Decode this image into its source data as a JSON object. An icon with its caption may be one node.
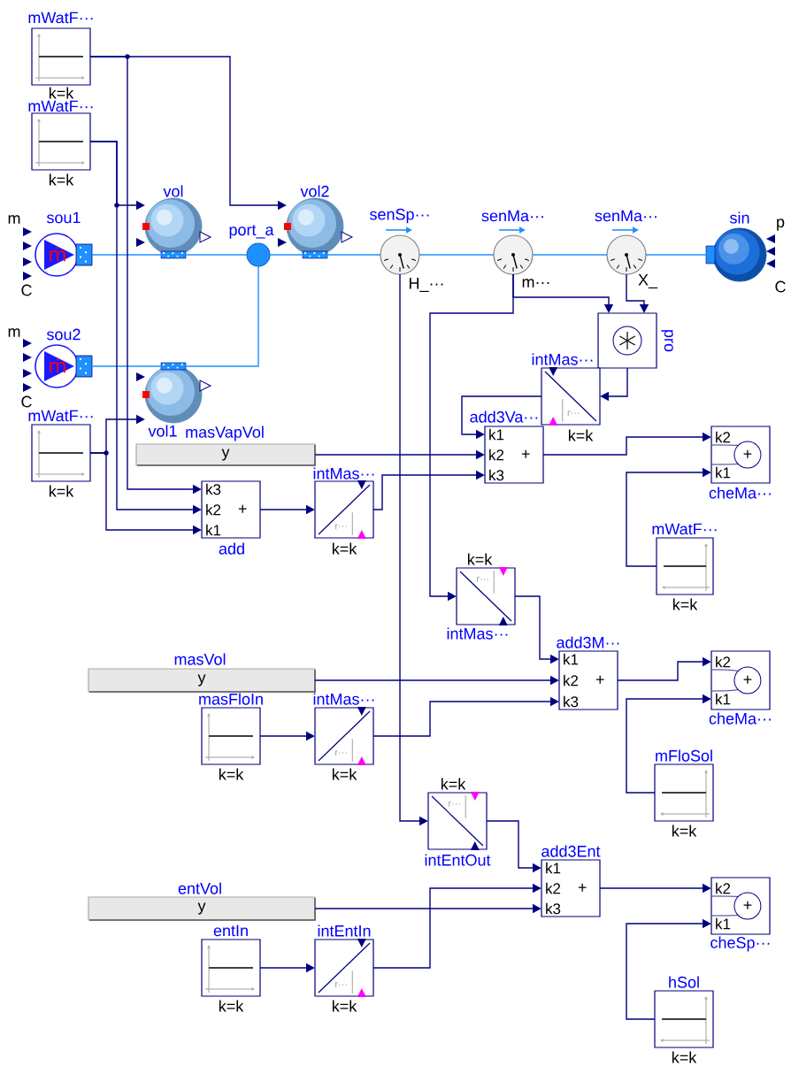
{
  "diagram": {
    "nodes": [
      {
        "text": [
          "mWatF···",
          "k=k"
        ]
      },
      {
        "text": [
          "mWatF···",
          "k=k"
        ]
      },
      {
        "text": [
          "sou1",
          "ṁ"
        ],
        "beside": [
          "m",
          "C"
        ]
      },
      {
        "text": [
          "vol"
        ]
      },
      {
        "text": [
          "port_a"
        ]
      },
      {
        "text": [
          "vol2"
        ]
      },
      {
        "text": [
          "senSp···"
        ],
        "beside": [
          "H_···"
        ]
      },
      {
        "text": [
          "senMa···"
        ],
        "beside": [
          "m···"
        ]
      },
      {
        "text": [
          "senMa···"
        ],
        "beside": [
          "X_"
        ]
      },
      {
        "text": [
          "sin"
        ],
        "beside": [
          "p",
          "C"
        ]
      },
      {
        "text": [
          "pro"
        ]
      },
      {
        "text": [
          "sou2",
          "ṁ"
        ],
        "beside": [
          "m",
          "C"
        ]
      },
      {
        "text": [
          "vol1"
        ]
      },
      {
        "text": [
          "intMas···",
          "r···",
          "k=k"
        ]
      },
      {
        "text": [
          "mWatF···",
          "k=k"
        ]
      },
      {
        "text": [
          "add3Va···",
          "k1",
          "k2",
          "+",
          "k3"
        ]
      },
      {
        "text": [
          "k2",
          "+",
          "k1",
          "cheMa···"
        ]
      },
      {
        "text": [
          "masVapVol",
          "y"
        ]
      },
      {
        "text": [
          "k3",
          "k2",
          "+",
          "k1",
          "add"
        ]
      },
      {
        "text": [
          "intMas···",
          "r···",
          "k=k"
        ]
      },
      {
        "text": [
          "mWatF···",
          "k=k"
        ]
      },
      {
        "text": [
          "k=k",
          "r···",
          "intMas···"
        ]
      },
      {
        "text": [
          "add3M···",
          "k1",
          "k2",
          "+",
          "k3"
        ]
      },
      {
        "text": [
          "k2",
          "+",
          "k1",
          "cheMa···"
        ]
      },
      {
        "text": [
          "masVol",
          "y"
        ]
      },
      {
        "text": [
          "masFloIn",
          "k=k"
        ]
      },
      {
        "text": [
          "intMas···",
          "r···",
          "k=k"
        ]
      },
      {
        "text": [
          "mFloSol",
          "k=k"
        ]
      },
      {
        "text": [
          "k=k",
          "r···",
          "intEntOut"
        ]
      },
      {
        "text": [
          "add3Ent",
          "k1",
          "k2",
          "+",
          "k3"
        ]
      },
      {
        "text": [
          "k2",
          "+",
          "k1",
          "cheSp···"
        ]
      },
      {
        "text": [
          "entVol",
          "y"
        ]
      },
      {
        "text": [
          "entIn",
          "k=k"
        ]
      },
      {
        "text": [
          "intEntIn",
          "r···",
          "k=k"
        ]
      },
      {
        "text": [
          "hSol",
          "k=k"
        ]
      }
    ],
    "edges": [
      {
        "from": 2,
        "to": 3,
        "arrow": "none",
        "color": "#1e90ff"
      },
      {
        "from": 3,
        "to": 4,
        "arrow": "none",
        "color": "#1e90ff"
      },
      {
        "from": 4,
        "to": 5,
        "arrow": "none",
        "color": "#1e90ff"
      },
      {
        "from": 5,
        "to": 6,
        "arrow": "none",
        "color": "#1e90ff"
      },
      {
        "from": 6,
        "to": 7,
        "arrow": "none",
        "color": "#1e90ff"
      },
      {
        "from": 7,
        "to": 8,
        "arrow": "none",
        "color": "#1e90ff"
      },
      {
        "from": 8,
        "to": 9,
        "arrow": "none",
        "color": "#1e90ff"
      },
      {
        "from": 11,
        "to": 12,
        "arrow": "none",
        "color": "#1e90ff"
      },
      {
        "from": 12,
        "to": 4,
        "arrow": "none",
        "color": "#1e90ff"
      },
      {
        "from": 0,
        "to": 5,
        "arrow": "to"
      },
      {
        "from": 0,
        "to": 18,
        "arrow": "to"
      },
      {
        "from": 1,
        "to": 3,
        "arrow": "to"
      },
      {
        "from": 1,
        "to": 18,
        "arrow": "to"
      },
      {
        "from": 14,
        "to": 12,
        "arrow": "to"
      },
      {
        "from": 14,
        "to": 18,
        "arrow": "to"
      },
      {
        "from": 18,
        "to": 19,
        "arrow": "to"
      },
      {
        "from": 7,
        "to": 10,
        "arrow": "to"
      },
      {
        "from": 8,
        "to": 10,
        "arrow": "to"
      },
      {
        "from": 10,
        "to": 13,
        "arrow": "to"
      },
      {
        "from": 13,
        "to": 15,
        "arrow": "to"
      },
      {
        "from": 17,
        "to": 15,
        "arrow": "to"
      },
      {
        "from": 19,
        "to": 15,
        "arrow": "to"
      },
      {
        "from": 15,
        "to": 16,
        "arrow": "to"
      },
      {
        "from": 20,
        "to": 16,
        "arrow": "to"
      },
      {
        "from": 7,
        "to": 21,
        "arrow": "to"
      },
      {
        "from": 21,
        "to": 22,
        "arrow": "to"
      },
      {
        "from": 24,
        "to": 22,
        "arrow": "to"
      },
      {
        "from": 26,
        "to": 22,
        "arrow": "to"
      },
      {
        "from": 25,
        "to": 26,
        "arrow": "to"
      },
      {
        "from": 22,
        "to": 23,
        "arrow": "to"
      },
      {
        "from": 27,
        "to": 23,
        "arrow": "to"
      },
      {
        "from": 6,
        "to": 28,
        "arrow": "to"
      },
      {
        "from": 28,
        "to": 29,
        "arrow": "to"
      },
      {
        "from": 33,
        "to": 29,
        "arrow": "to"
      },
      {
        "from": 31,
        "to": 29,
        "arrow": "to"
      },
      {
        "from": 32,
        "to": 33,
        "arrow": "to"
      },
      {
        "from": 29,
        "to": 30,
        "arrow": "to"
      },
      {
        "from": 34,
        "to": 30,
        "arrow": "to"
      }
    ]
  }
}
